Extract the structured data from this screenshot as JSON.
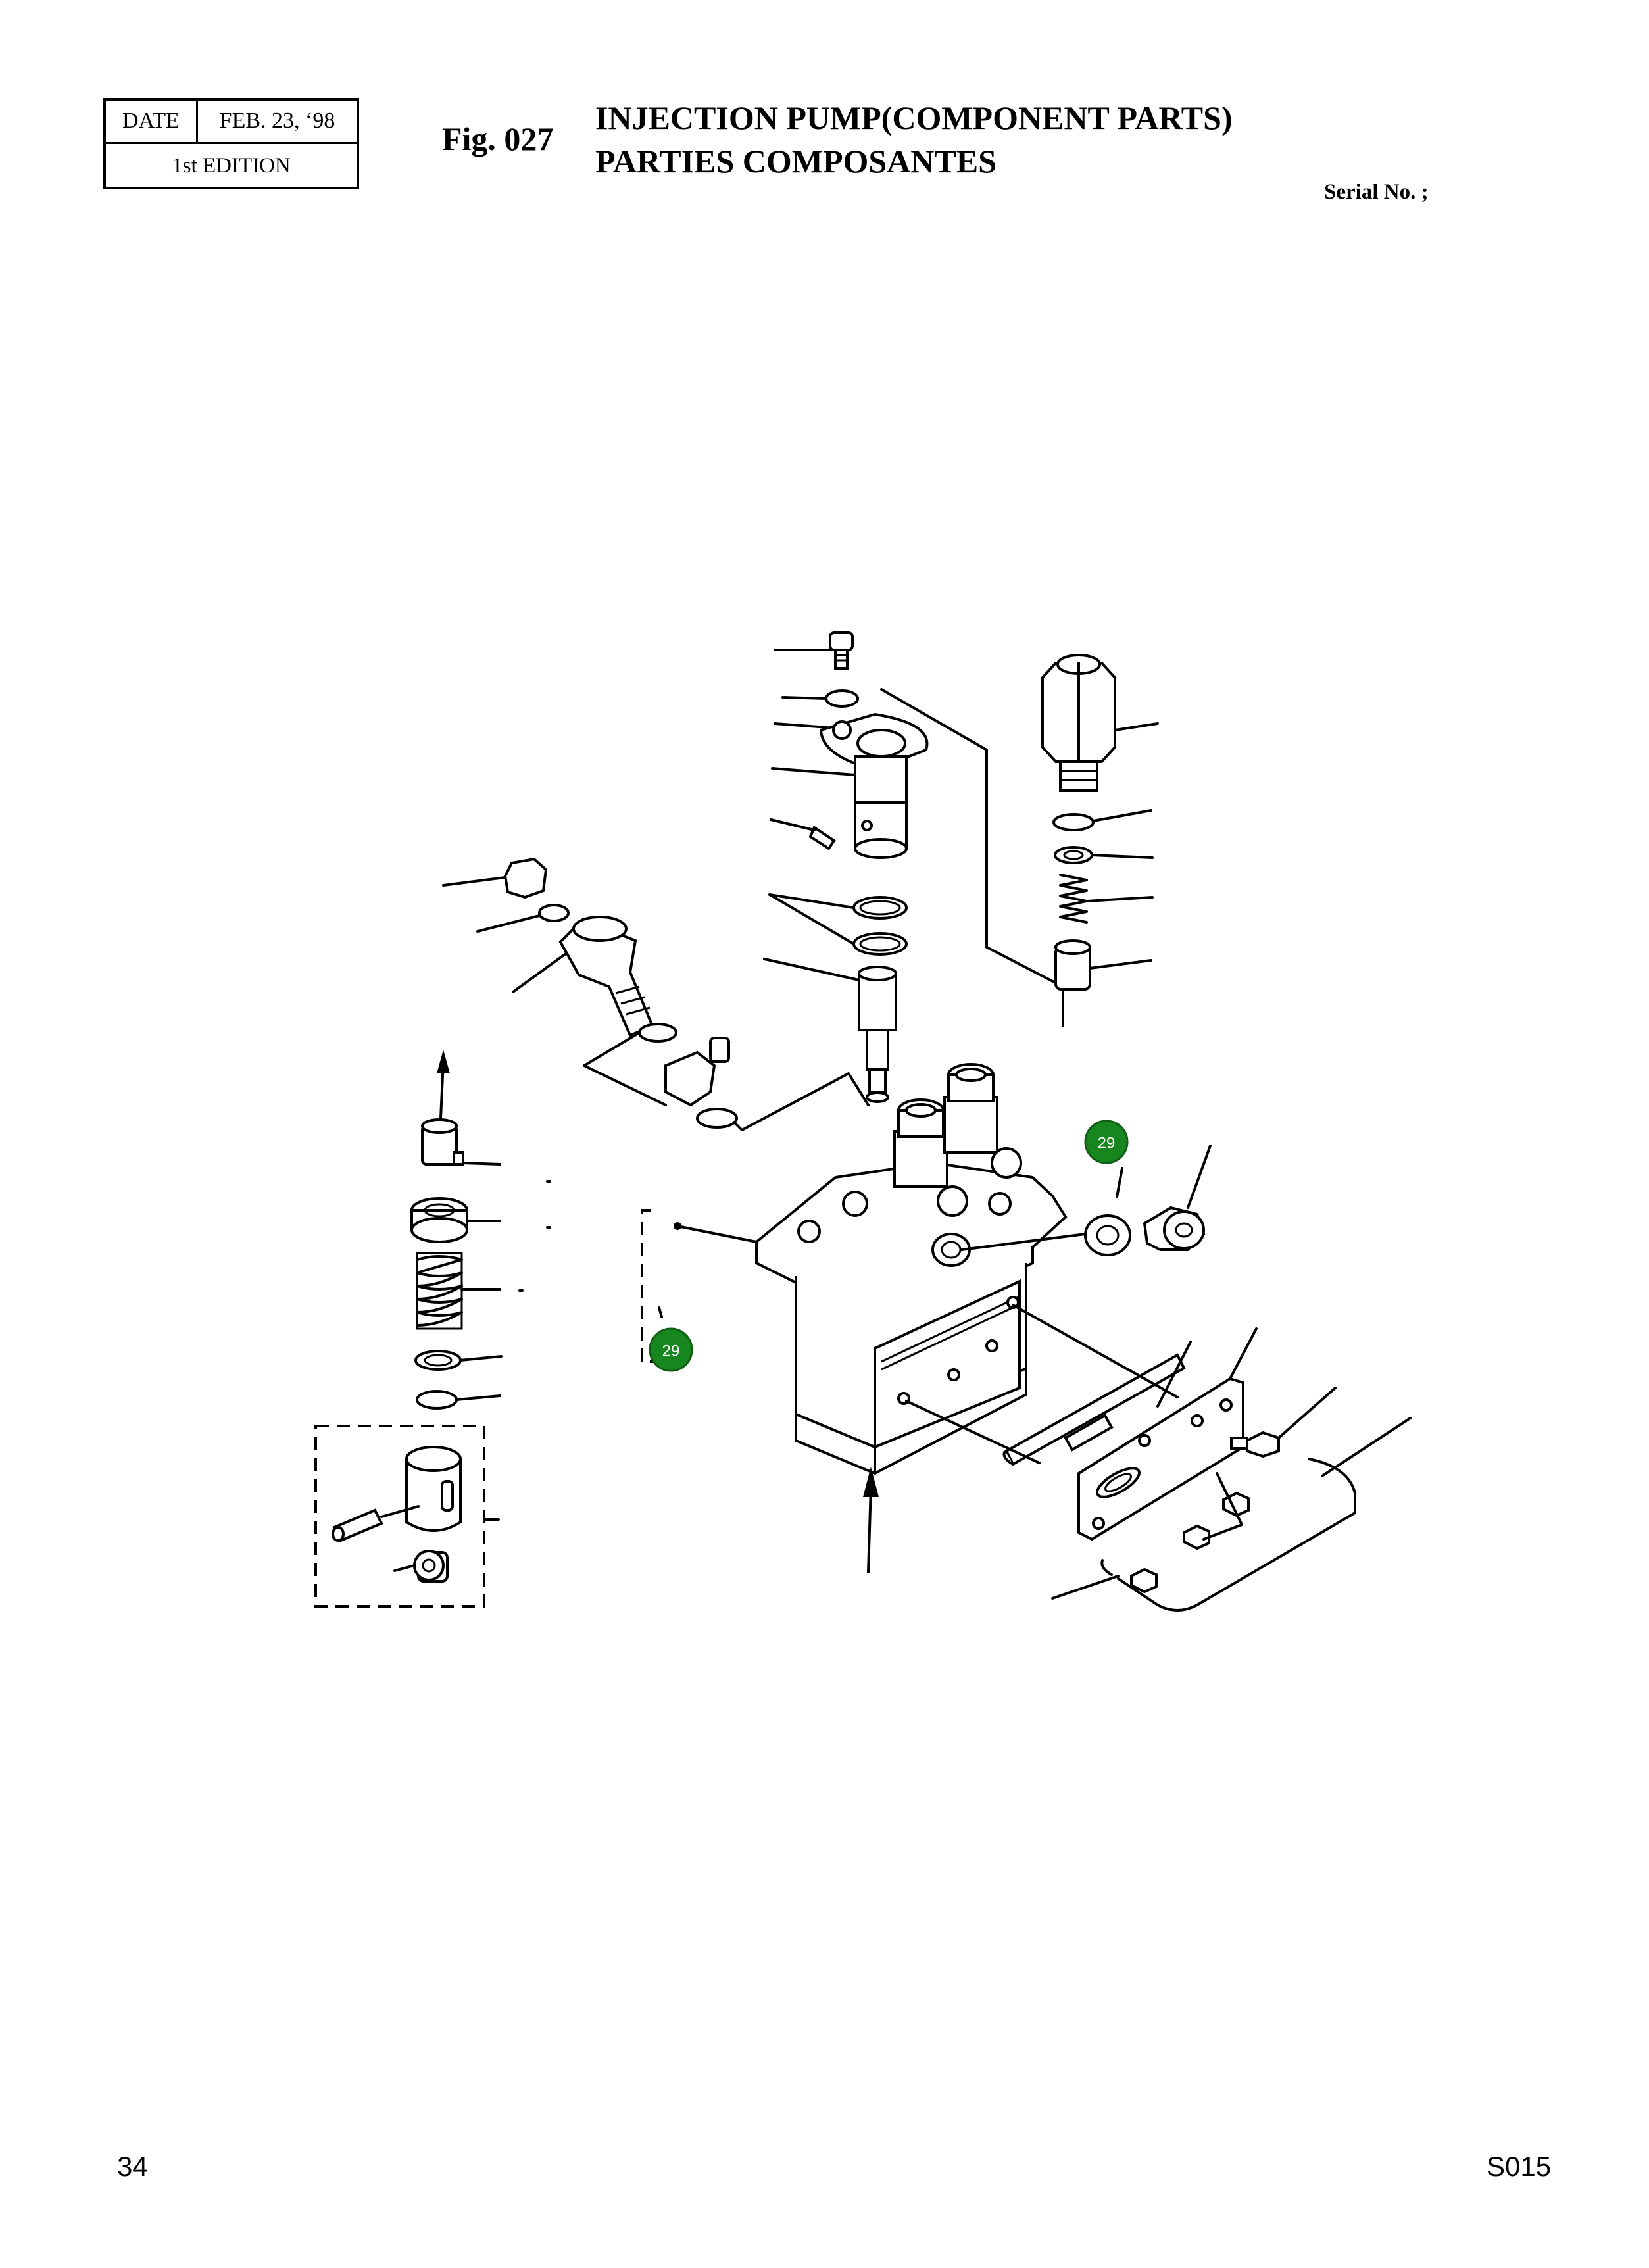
{
  "header": {
    "date_label": "DATE",
    "date_value": "FEB.  23, ‘98",
    "edition": "1st EDITION",
    "fig_number": "Fig. 027",
    "title_en": "INJECTION PUMP(COMPONENT PARTS)",
    "title_fr": "PARTIES COMPOSANTES",
    "serial_label": "Serial No. ;"
  },
  "diagram": {
    "callouts": [
      {
        "label": "29"
      },
      {
        "label": "29"
      }
    ],
    "badge_color": "#17861e"
  },
  "footer": {
    "page_number": "34",
    "doc_code": "S015"
  }
}
